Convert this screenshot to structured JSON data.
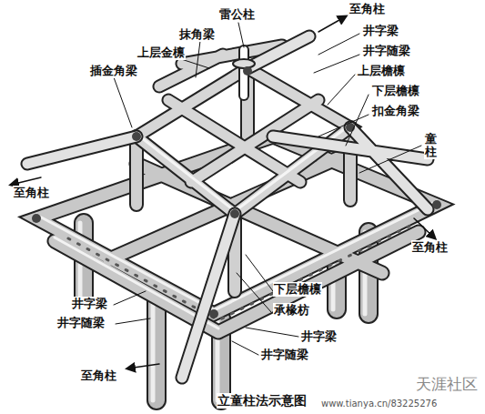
{
  "diagram": {
    "caption": "立童柱法示意图",
    "labels": [
      "雷公柱",
      "至角柱",
      "抹角梁",
      "井字梁",
      "井字随梁",
      "上层金檩",
      "上层檐檩",
      "插金角梁",
      "下层檐檩",
      "扣金角梁",
      "童柱",
      "至角柱",
      "至角柱",
      "下层檐檩",
      "承椽枋",
      "井字梁",
      "井字随梁",
      "井字梁",
      "井字随梁",
      "至角柱",
      "www.tianya.cn/83225276",
      "天涯社区"
    ]
  }
}
